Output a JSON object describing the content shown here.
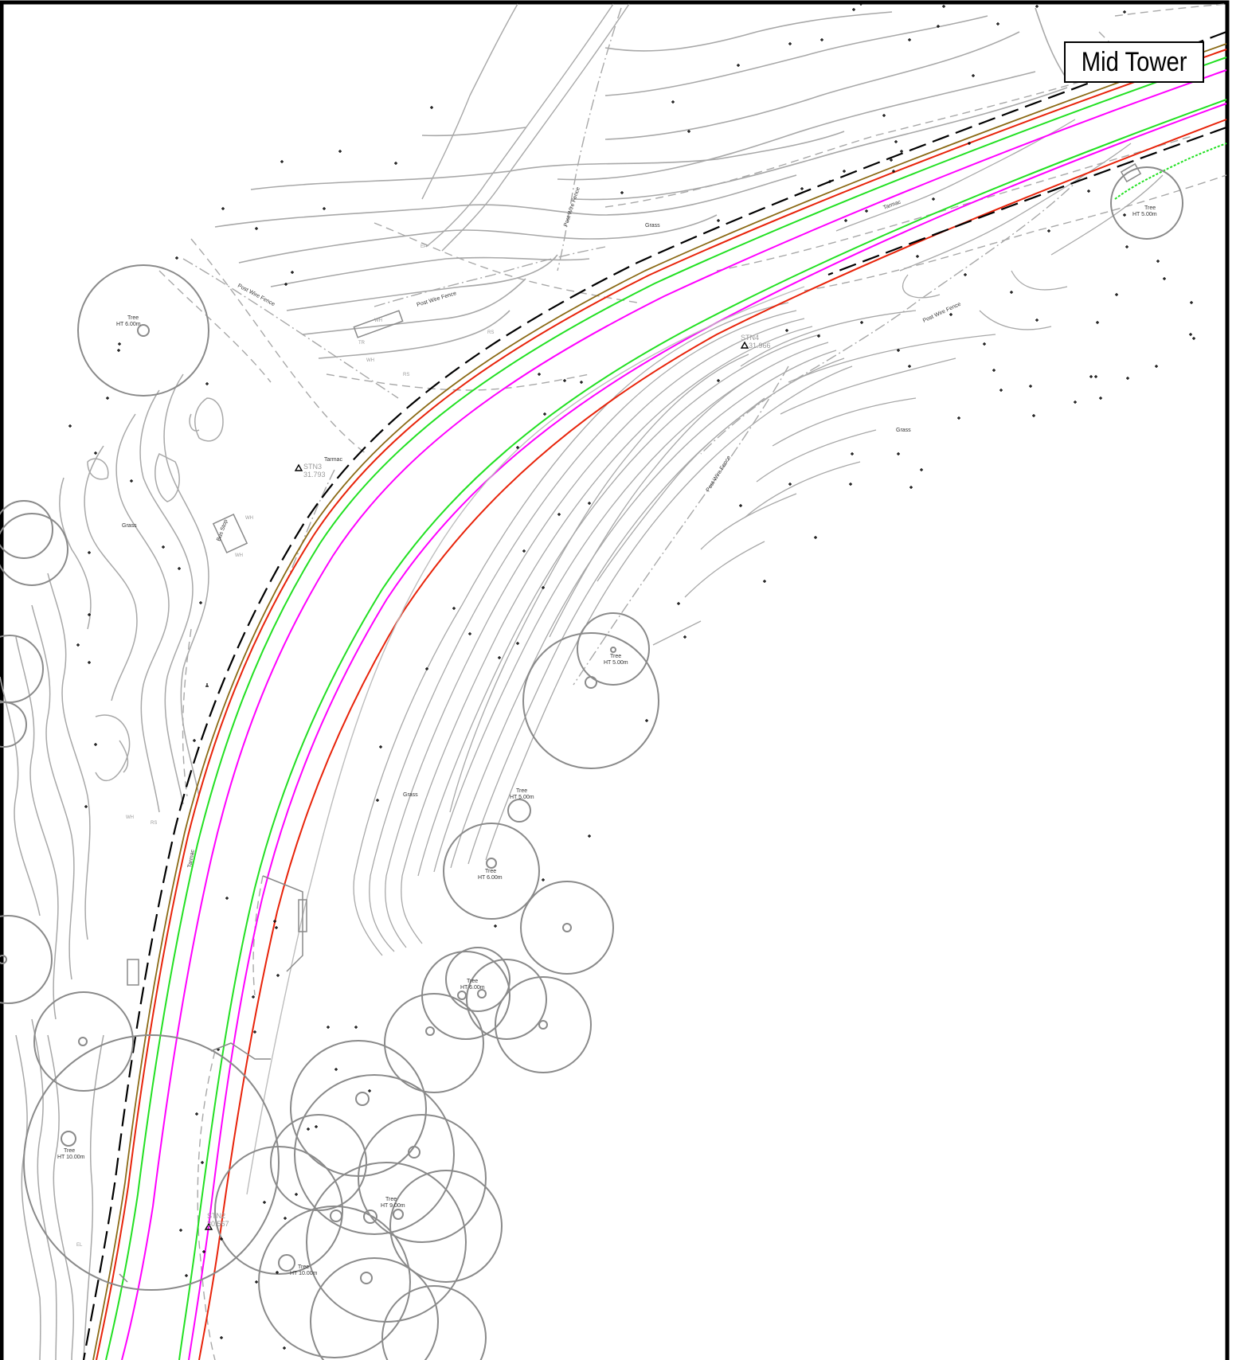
{
  "title": "Mid Tower",
  "colors": {
    "contour": "#a8a8a8",
    "road_red": "#e8230a",
    "road_green": "#22e022",
    "road_magenta": "#ff00ff",
    "road_brown": "#8b6a16",
    "tree": "#8a8a8a",
    "dashed": "#000000",
    "frame": "#000000"
  },
  "labels": {
    "tarmac_1": "Tarmac",
    "tarmac_2": "Tarmac",
    "tarmac_3": "Tarmac",
    "grass_1": "Grass",
    "grass_2": "Grass",
    "grass_3": "Grass",
    "grass_4": "Grass",
    "fence_1": "Post  Wire Fence",
    "fence_2": "Post  Wire Fence",
    "fence_3": "Post  Wire Fence",
    "fence_4": "Post  Wire Fence",
    "fence_5": "Post  Wire Fence",
    "bus_stop": "Bus Stop",
    "stn3_name": "STN3",
    "stn3_val": "31.793",
    "stn4_name": "STN4",
    "stn4_val": "31.966",
    "stn2_name": "STN2",
    "stn2_val": "30.567",
    "wh": "WH",
    "rs": "RS",
    "tr": "TR",
    "ep": "EP",
    "el": "EL"
  },
  "trees": [
    {
      "name": "Tree",
      "ht": "HT 6.00m"
    },
    {
      "name": "Tree",
      "ht": "HT 5.00m"
    },
    {
      "name": "Tree",
      "ht": "HT 5.00m"
    },
    {
      "name": "Tree",
      "ht": "HT 5.00m"
    },
    {
      "name": "Tree",
      "ht": "HT 6.00m"
    },
    {
      "name": "Tree",
      "ht": "HT 6.00m"
    },
    {
      "name": "Tree",
      "ht": "HT 10.00m"
    },
    {
      "name": "Tree",
      "ht": "HT 9.00m"
    },
    {
      "name": "Tree",
      "ht": "HT 10.00m"
    }
  ]
}
